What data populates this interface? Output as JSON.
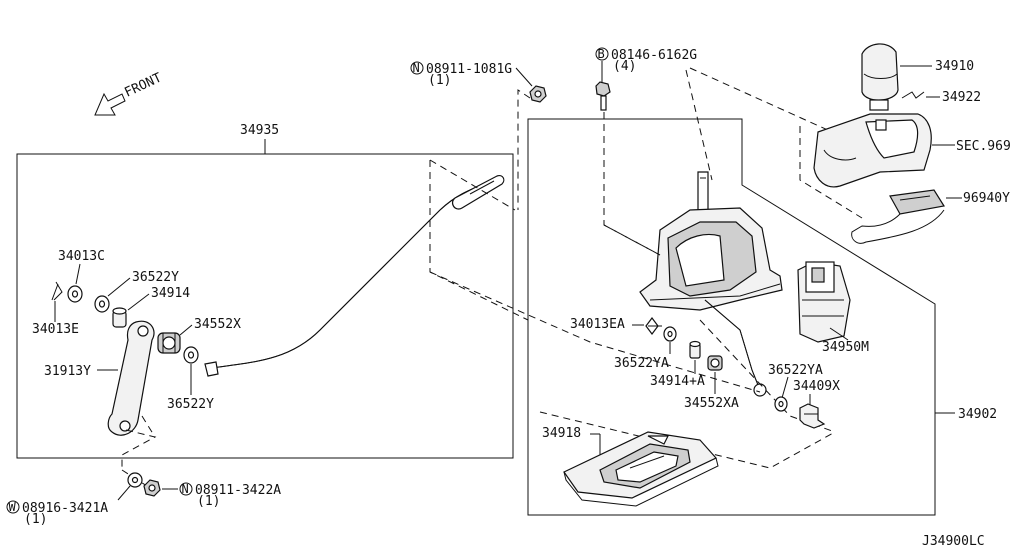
{
  "front_label": "FRONT",
  "diagram_code": "J34900LC",
  "parts": {
    "p34935": "34935",
    "p34013C": "34013C",
    "p36522Y_a": "36522Y",
    "p34914": "34914",
    "p34013E": "34013E",
    "p34552X": "34552X",
    "p31913Y": "31913Y",
    "p36522Y_b": "36522Y",
    "p34910": "34910",
    "p34922": "34922",
    "pSEC969": "SEC.969",
    "p96940Y": "96940Y",
    "p34950M": "34950M",
    "p34013EA": "34013EA",
    "p36522YA_a": "36522YA",
    "p34914A": "34914+A",
    "p34552XA": "34552XA",
    "p36522YA_b": "36522YA",
    "p34409X": "34409X",
    "p34902": "34902",
    "p34918": "34918"
  },
  "fasteners": {
    "f1": {
      "symbol": "N",
      "code": "08911-1081G",
      "qty": "(1)"
    },
    "f2": {
      "symbol": "B",
      "code": "08146-6162G",
      "qty": "(4)"
    },
    "f3": {
      "symbol": "N",
      "code": "08911-3422A",
      "qty": "(1)"
    },
    "f4": {
      "symbol": "W",
      "code": "08916-3421A",
      "qty": "(1)"
    }
  }
}
